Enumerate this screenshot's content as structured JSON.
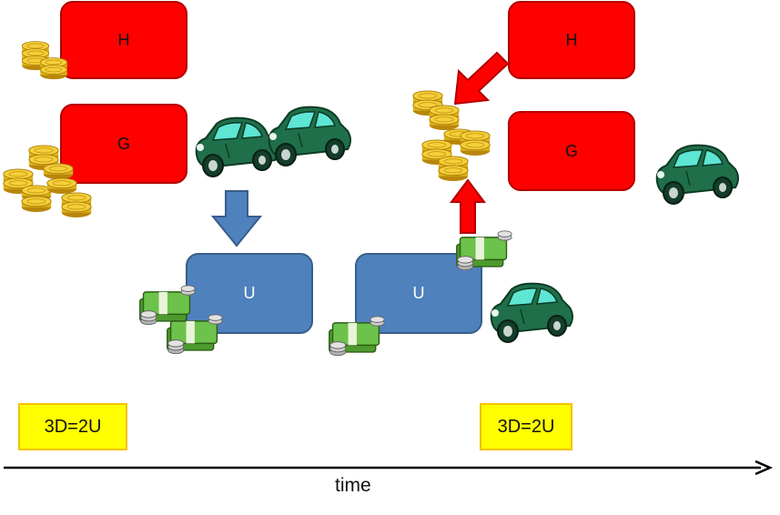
{
  "left_panel": {
    "box_h": "H",
    "box_g": "G",
    "box_u": "U",
    "equation": "3D=2U"
  },
  "right_panel": {
    "box_h": "H",
    "box_g": "G",
    "box_u": "U",
    "equation": "3D=2U"
  },
  "timeline": {
    "label": "time"
  },
  "colors": {
    "red": "#ff0000",
    "blue": "#4f81bd",
    "yellow": "#ffff00",
    "car": "#1f6f4a",
    "coin": "#e0b21a",
    "cash": "#6cc24a"
  }
}
